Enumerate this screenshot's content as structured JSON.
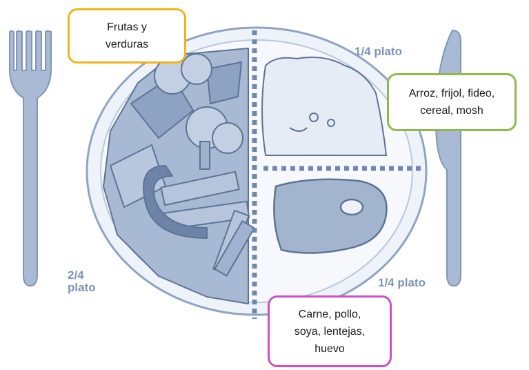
{
  "colors": {
    "plate_fill": "#f4f7fb",
    "plate_stroke": "#8fa4c4",
    "ink": "#5d7396",
    "food_fill": "#a8b9d4",
    "food_dark": "#6d83a8",
    "divider": "#6f87b3",
    "label_text": "#7d93bc",
    "callout_fruits": "#f0b418",
    "callout_grains": "#8fba4a",
    "callout_protein": "#cc4fc4"
  },
  "callouts": {
    "fruits": {
      "line1": "Frutas y",
      "line2": "verduras"
    },
    "grains": {
      "line1": "Arroz, frijol, fideo,",
      "line2": "cereal, mosh"
    },
    "protein": {
      "line1": "Carne, pollo,",
      "line2": "soya, lentejas,",
      "line3": "huevo"
    }
  },
  "portions": {
    "top_right": "1/4 plato",
    "bottom_right": "1/4 plato",
    "left_line1": "2/4",
    "left_line2": "plato"
  },
  "icons": [
    "fork-icon",
    "knife-icon",
    "plate-icon"
  ]
}
